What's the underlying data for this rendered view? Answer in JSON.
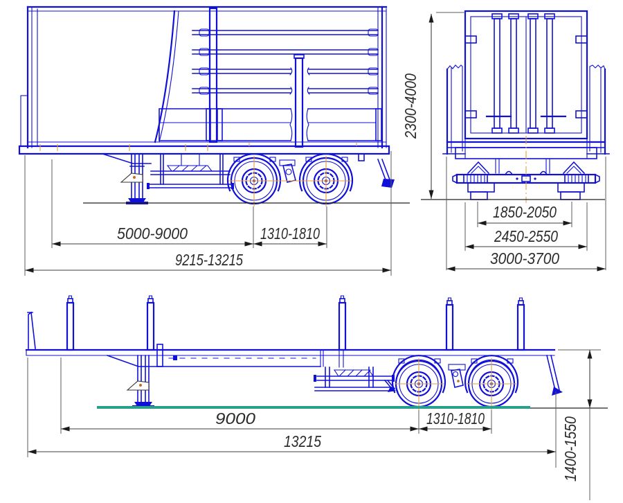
{
  "side_view": {
    "wheelbase": "5000-9000",
    "bogie_spread": "1310-1810",
    "overall_length": "9215-13215"
  },
  "rear_view": {
    "overall_height": "2300-4000",
    "track_width": "1850-2050",
    "body_width": "2450-2550",
    "overall_width": "3000-3700"
  },
  "flatbed_view": {
    "frame_length": "9000",
    "bogie_spread": "1310-1810",
    "overall_length": "13215",
    "loading_height": "1400-1550"
  },
  "colors": {
    "outline_blue": "#1010d6",
    "centerline_orange": "#e2a23b",
    "ground_green": "#2aa08c",
    "dimension_gray": "#3d3d3d",
    "text_dark": "#2b2b2b"
  }
}
